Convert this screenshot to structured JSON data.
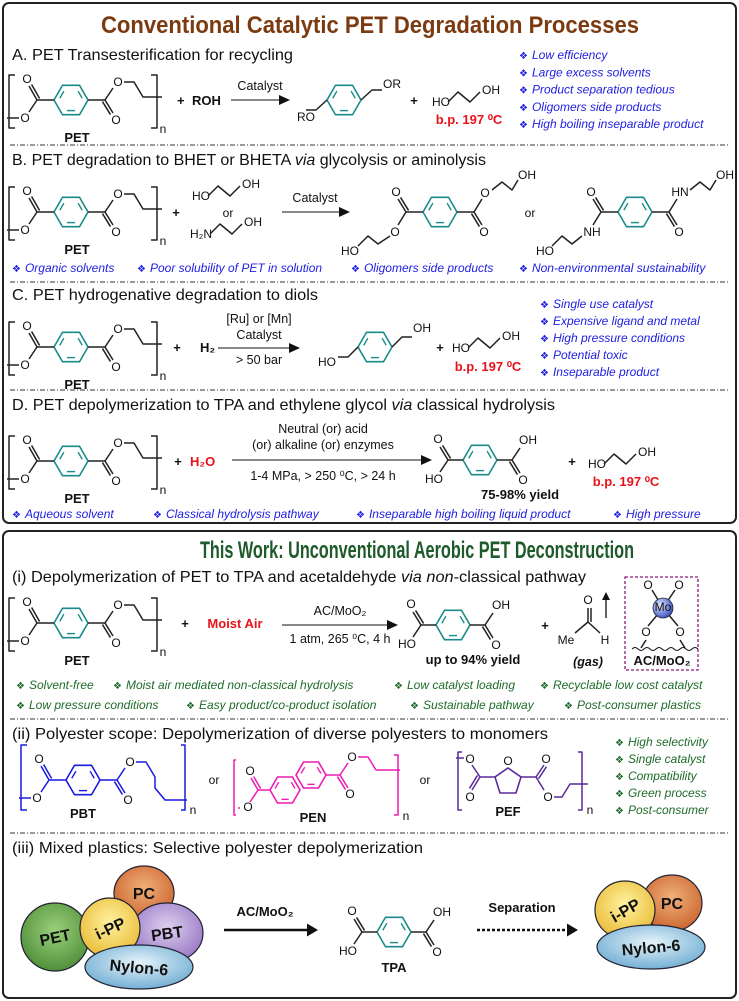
{
  "colors": {
    "title_top": "#7B3A10",
    "title_bottom": "#1E5A2A",
    "ring": "#1A8A8A",
    "bullet_blue": "#2020E0",
    "bullet_green": "#1F6B2A",
    "red": "#E8131A",
    "pbt": "#1A1AE0",
    "pen": "#EE1CB4",
    "pef": "#5A2A9A"
  },
  "bullet_glyph": "❖",
  "atoms": {
    "O": "O",
    "HO": "HO",
    "OH": "OH",
    "n": "n",
    "PET": "PET",
    "H2N": "H₂N",
    "NH": "NH",
    "HN": "HN",
    "or": "or",
    "plus": "+",
    "Me": "Me",
    "H": "H",
    "Mo": "Mo",
    "RO": "RO",
    "OR": "OR"
  },
  "conventional": {
    "title": "Conventional Catalytic PET Degradation Processes",
    "A": {
      "heading": [
        "A. PET Transesterification for recycling",
        "",
        ""
      ],
      "reagent": "ROH",
      "catalyst": "Catalyst",
      "bp": "b.p. 197 ⁰C",
      "bullets": [
        "Low efficiency",
        "Large excess solvents",
        "Product separation tedious",
        "Oligomers side products",
        "High boiling inseparable product"
      ]
    },
    "B": {
      "heading": [
        "B. PET degradation to BHET or BHETA ",
        "via",
        " glycolysis or aminolysis"
      ],
      "catalyst": "Catalyst",
      "bullets": [
        "Organic solvents",
        "Poor solubility of PET in solution",
        "Oligomers side products",
        "Non-environmental sustainability"
      ]
    },
    "C": {
      "heading": [
        "C. PET hydrogenative degradation to diols",
        "",
        ""
      ],
      "reagent": "H₂",
      "cond1": "[Ru] or [Mn]",
      "cond2": "Catalyst",
      "cond3": "> 50 bar",
      "bp": "b.p. 197 ⁰C",
      "bullets": [
        "Single use catalyst",
        "Expensive ligand and metal",
        "High pressure conditions",
        "Potential toxic",
        "Inseparable product"
      ]
    },
    "D": {
      "heading": [
        "D. PET depolymerization to TPA and ethylene glycol ",
        "via",
        " classical hydrolysis"
      ],
      "reagent": "H₂O",
      "cond1": "Neutral (or) acid",
      "cond2": "(or) alkaline (or) enzymes",
      "cond3": "1-4 MPa, > 250 ⁰C, > 24 h",
      "yield": "75-98% yield",
      "bp": "b.p. 197 ⁰C",
      "bullets": [
        "Aqueous solvent",
        "Classical hydrolysis pathway",
        "Inseparable high boiling liquid product",
        "High pressure"
      ]
    }
  },
  "this_work": {
    "title": "This Work: Unconventional Aerobic PET Deconstruction",
    "i": {
      "heading": [
        "(i) Depolymerization of PET to TPA and acetaldehyde ",
        "via non",
        "-classical pathway"
      ],
      "reagent": "Moist Air",
      "catalyst": "AC/MoO₂",
      "cond": "1 atm, 265 ⁰C, 4 h",
      "yield": "up to 94% yield",
      "gas": "(gas)",
      "catalyst_label": "AC/MoO₂",
      "bullets_row1": [
        "Solvent-free",
        "Moist air mediated non-classical hydrolysis",
        "Low catalyst loading",
        "Recyclable low cost catalyst"
      ],
      "bullets_row2": [
        "Low pressure conditions",
        "Easy product/co-product isolation",
        "Sustainable pathway",
        "Post-consumer plastics"
      ]
    },
    "ii": {
      "heading": [
        "(ii) Polyester scope: Depolymerization of diverse polyesters to monomers",
        "",
        ""
      ],
      "polymers": [
        "PBT",
        "PEN",
        "PEF"
      ],
      "bullets": [
        "High selectivity",
        "Single catalyst",
        "Compatibility",
        "Green process",
        "Post-consumer"
      ]
    },
    "iii": {
      "heading": [
        "(iii) Mixed plastics: Selective polyester depolymerization",
        "",
        ""
      ],
      "mixture": [
        "PET",
        "PC",
        "i-PP",
        "PBT",
        "Nylon-6"
      ],
      "catalyst": "AC/MoO₂",
      "product": "TPA",
      "separation": "Separation",
      "remaining": [
        "i-PP",
        "PC",
        "Nylon-6"
      ]
    }
  }
}
